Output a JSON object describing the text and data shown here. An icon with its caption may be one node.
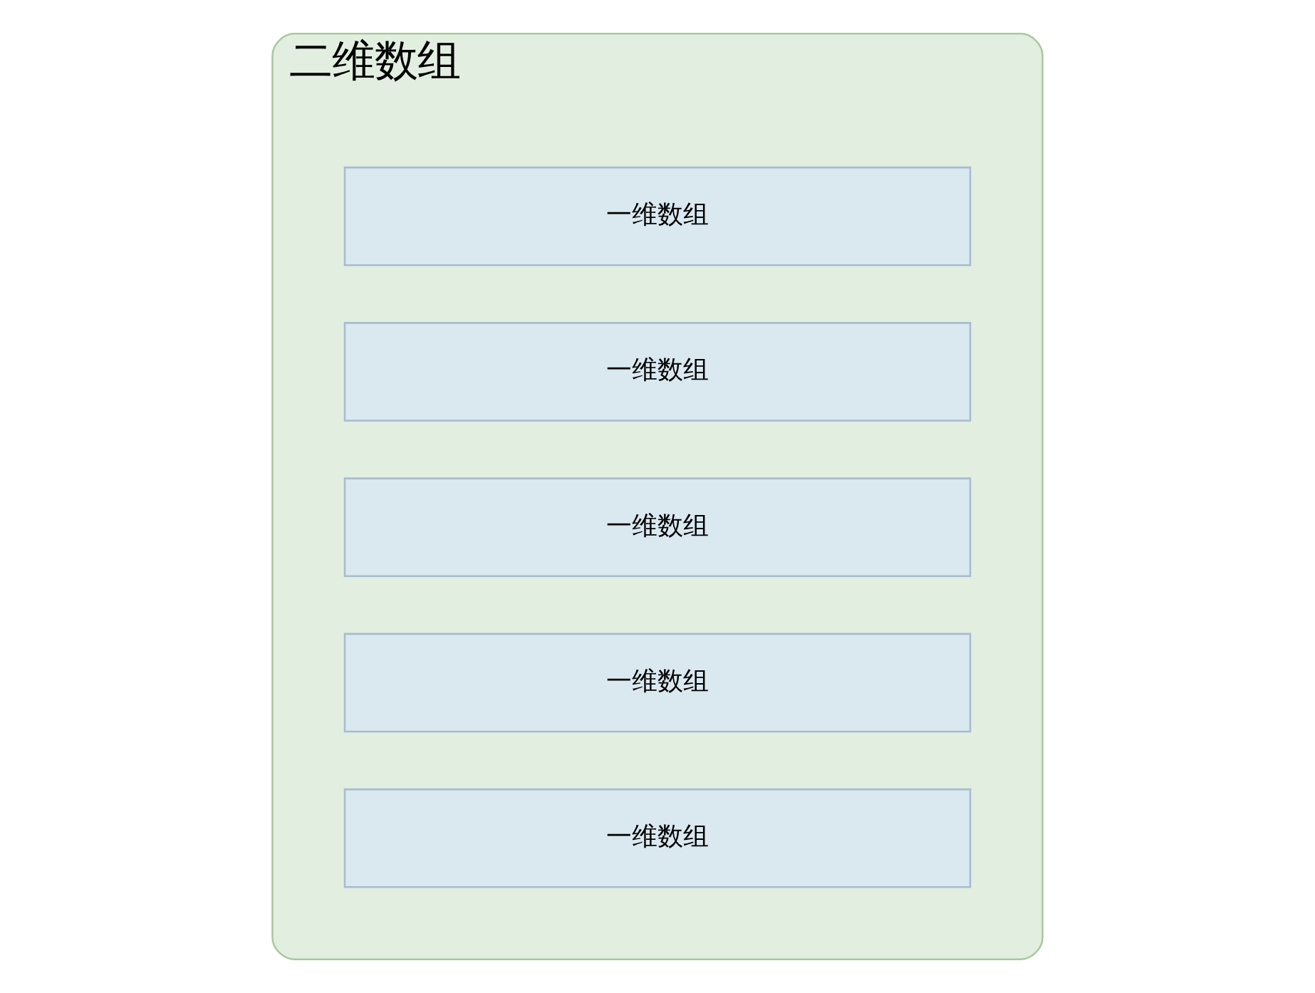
{
  "diagram": {
    "nodes": [
      {
        "text": [
          "二维数组"
        ]
      },
      {
        "text": [
          "一维数组"
        ],
        "in": 0
      },
      {
        "text": [
          "一维数组"
        ],
        "in": 0
      },
      {
        "text": [
          "一维数组"
        ],
        "in": 0
      },
      {
        "text": [
          "一维数组"
        ],
        "in": 0
      },
      {
        "text": [
          "一维数组"
        ],
        "in": 0
      }
    ]
  }
}
